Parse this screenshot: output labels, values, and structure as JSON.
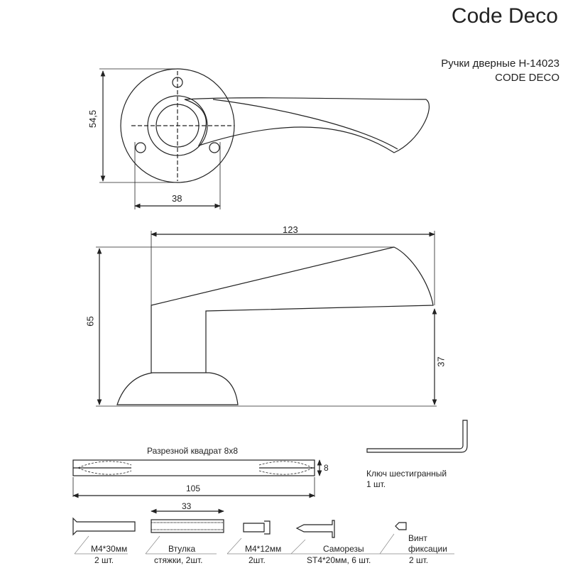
{
  "brand": "Code Deco",
  "title": {
    "line1": "Ручки дверные  H-14023",
    "line2": "CODE DECO"
  },
  "dimensions": {
    "rose_height": "54,5",
    "rose_width": "38",
    "length": "123",
    "height": "65",
    "lever_height": "37",
    "spindle_length": "105",
    "spindle_thickness": "8",
    "sleeve_length": "33"
  },
  "parts": {
    "spindle": "Разрезной квадрат 8х8",
    "hex_key": {
      "name": "Ключ шестигранный",
      "qty": "1 шт."
    },
    "bolt_m4x30": {
      "name": "М4*30мм",
      "qty": "2 шт."
    },
    "sleeve": {
      "name": "Втулка",
      "qty": "стяжки, 2шт."
    },
    "bolt_m4x12": {
      "name": "М4*12мм",
      "qty": "2шт."
    },
    "screws": {
      "name": "Саморезы",
      "qty": "ST4*20мм, 6 шт."
    },
    "set_screw": {
      "name": "Винт",
      "name2": "фиксации",
      "qty": "2 шт."
    }
  }
}
